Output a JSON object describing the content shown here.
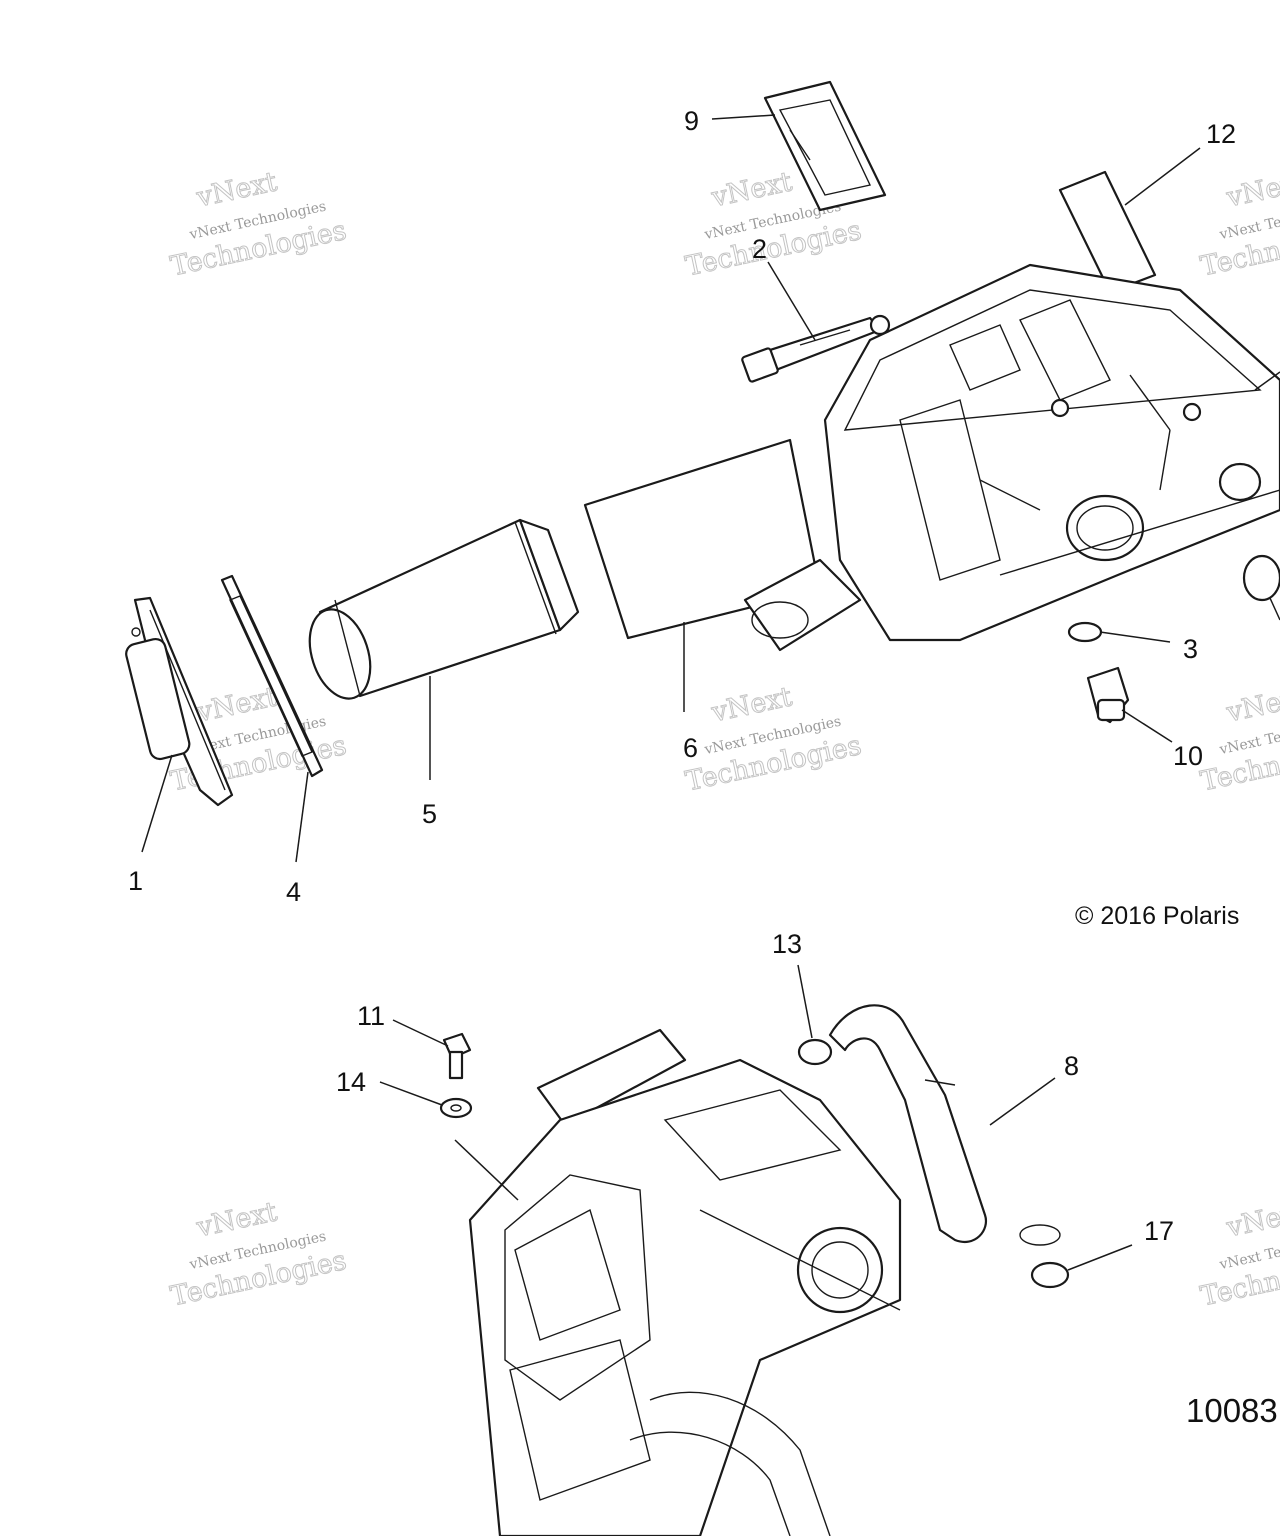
{
  "diagram": {
    "callouts": [
      {
        "id": "c1",
        "label": "1"
      },
      {
        "id": "c2",
        "label": "2"
      },
      {
        "id": "c3",
        "label": "3"
      },
      {
        "id": "c4",
        "label": "4"
      },
      {
        "id": "c5",
        "label": "5"
      },
      {
        "id": "c6",
        "label": "6"
      },
      {
        "id": "c8",
        "label": "8"
      },
      {
        "id": "c9",
        "label": "9"
      },
      {
        "id": "c10",
        "label": "10"
      },
      {
        "id": "c11",
        "label": "11"
      },
      {
        "id": "c12",
        "label": "12"
      },
      {
        "id": "c13",
        "label": "13"
      },
      {
        "id": "c14",
        "label": "14"
      },
      {
        "id": "c17",
        "label": "17"
      }
    ],
    "copyright": "© 2016 Polaris",
    "document_number": "10083"
  },
  "watermark": {
    "top_line": "vNext",
    "line_small": "vNext Technologies",
    "line_large": "Technologies"
  },
  "colors": {
    "line": "#1a1a1a",
    "watermark": "#c4c4c4",
    "background": "#ffffff"
  }
}
